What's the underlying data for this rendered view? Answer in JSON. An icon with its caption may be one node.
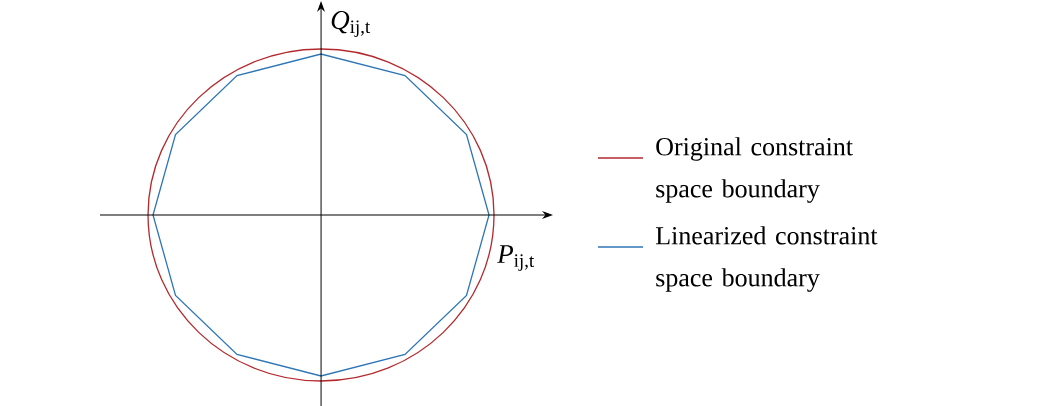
{
  "diagram": {
    "labels": [
      "*Q*$_{ij,t}$",
      "*P*$_{ij,t}$"
    ],
    "legend": [
      {
        "text": "Original constraint space boundary"
      },
      {
        "text": "Linearized constraint space boundary"
      }
    ]
  }
}
